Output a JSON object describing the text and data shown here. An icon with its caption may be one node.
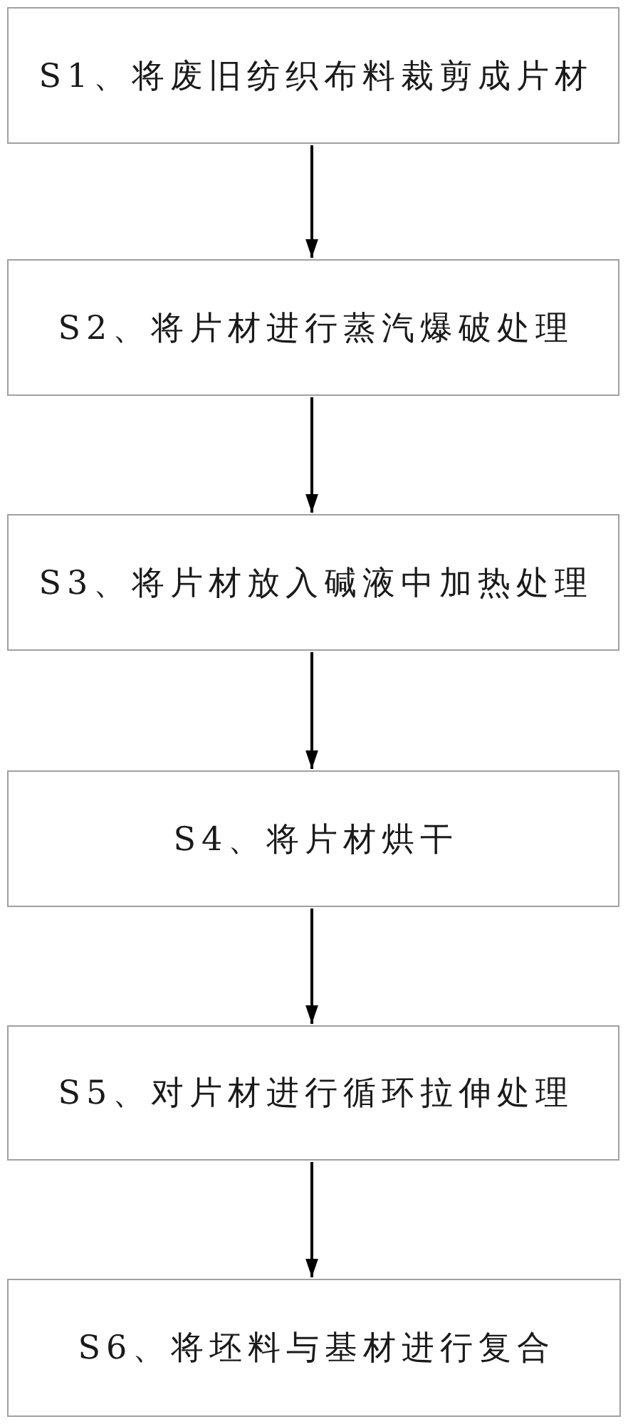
{
  "diagram": {
    "nodes": [
      {
        "text": [
          "S1、将废旧纺织布料裁剪成片材"
        ]
      },
      {
        "text": [
          "S2、将片材进行蒸汽爆破处理"
        ]
      },
      {
        "text": [
          "S3、将片材放入碱液中加热处理"
        ]
      },
      {
        "text": [
          "S4、将片材烘干"
        ]
      },
      {
        "text": [
          "S5、对片材进行循环拉伸处理"
        ]
      },
      {
        "text": [
          "S6、将坯料与基材进行复合"
        ]
      }
    ],
    "edges": [
      {
        "from": 0,
        "to": 1,
        "arrow": "to"
      },
      {
        "from": 1,
        "to": 2,
        "arrow": "to"
      },
      {
        "from": 2,
        "to": 3,
        "arrow": "to"
      },
      {
        "from": 3,
        "to": 4,
        "arrow": "to"
      },
      {
        "from": 4,
        "to": 5,
        "arrow": "to"
      }
    ]
  }
}
